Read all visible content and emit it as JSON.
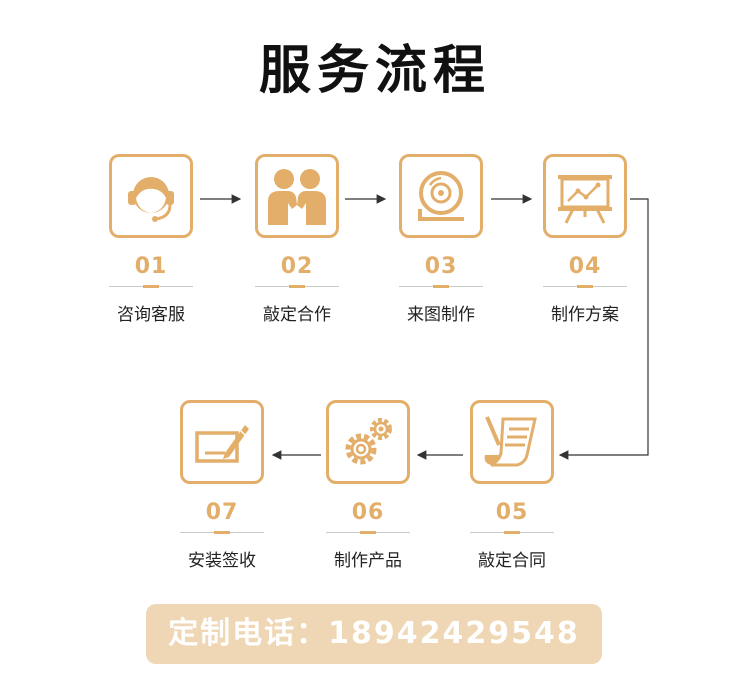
{
  "title": "服务流程",
  "steps": [
    {
      "number": "01",
      "label": "咨询客服",
      "icon": "customer-service-headset-icon"
    },
    {
      "number": "02",
      "label": "敲定合作",
      "icon": "handshake-people-icon"
    },
    {
      "number": "03",
      "label": "来图制作",
      "icon": "disc-design-icon"
    },
    {
      "number": "04",
      "label": "制作方案",
      "icon": "presentation-board-icon"
    },
    {
      "number": "05",
      "label": "敲定合同",
      "icon": "contract-pen-icon"
    },
    {
      "number": "06",
      "label": "制作产品",
      "icon": "gears-icon"
    },
    {
      "number": "07",
      "label": "安装签收",
      "icon": "sign-pen-icon"
    }
  ],
  "contact": {
    "text": "定制电话：18942429548"
  },
  "colors": {
    "accent": "#e3ae6a",
    "phone_bg": "#efd6b4",
    "connector": "#333333"
  }
}
